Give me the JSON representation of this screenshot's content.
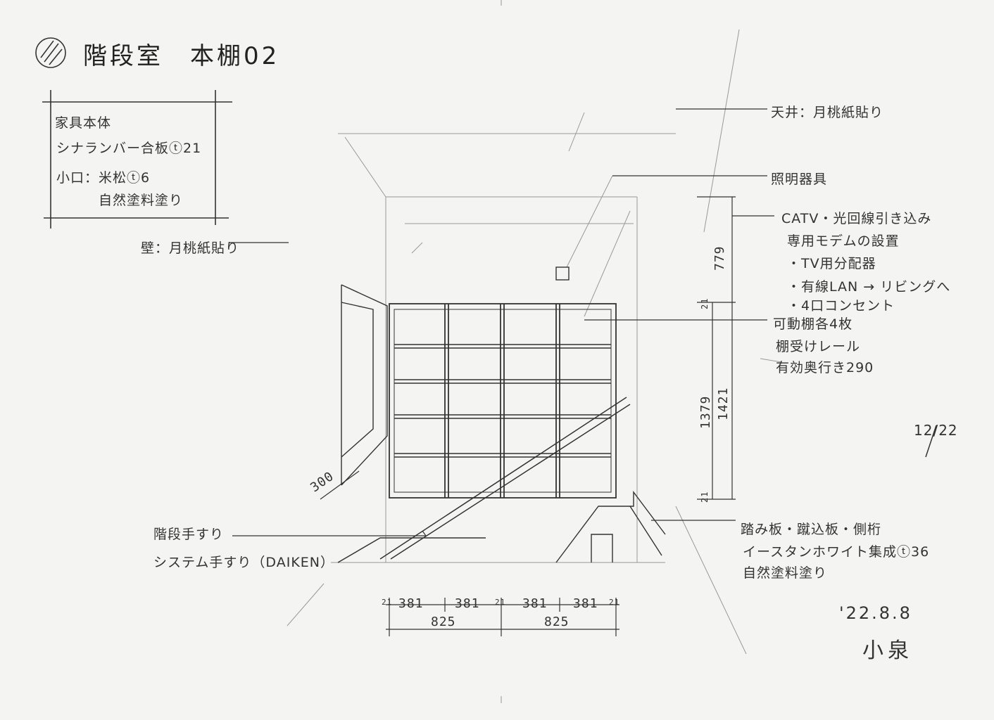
{
  "title": {
    "symbol": "hatched-circle",
    "text": "階段室　本棚02"
  },
  "spec_box": {
    "lines": [
      "家具本体",
      "シナランバー合板ⓣ21",
      "小口：米松ⓣ6",
      "自然塗料塗り"
    ]
  },
  "labels": {
    "wall": "壁：月桃紙貼り",
    "ceiling": "天井：月桃紙貼り",
    "lighting": "照明器具",
    "network": [
      "CATV・光回線引き込み",
      "専用モデムの設置",
      "・TV用分配器",
      "・有線LAN → リビングへ",
      "・4口コンセント"
    ],
    "shelves": [
      "可動棚各4枚",
      "棚受けレール",
      "有効奥行き290"
    ],
    "handrail": [
      "階段手すり",
      "システム手すり（DAIKEN）"
    ],
    "stairs": [
      "踏み板・蹴込板・側桁",
      "イースタンホワイト集成ⓣ36",
      "自然塗料塗り"
    ]
  },
  "dimensions": {
    "upper": "779",
    "shelf_inner": "1379",
    "shelf_outer": "1421",
    "depth": "300",
    "widths": [
      "381",
      "381",
      "381",
      "381"
    ],
    "ends": [
      "21",
      "21",
      "21",
      "21",
      "21"
    ],
    "halves": [
      "825",
      "825"
    ]
  },
  "page": "12/22",
  "date": "'22.8.8",
  "author": "小泉"
}
